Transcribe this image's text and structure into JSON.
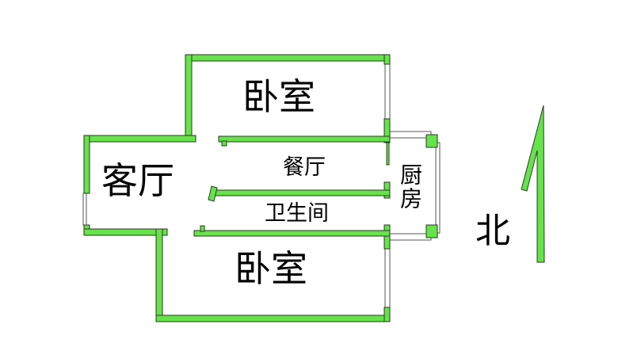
{
  "rooms": {
    "bedroom_north": "卧室",
    "living_room": "客厅",
    "dining_room": "餐厅",
    "bathroom": "卫生间",
    "kitchen": "厨房",
    "bedroom_south": "卧室"
  },
  "compass": {
    "label": "北",
    "direction": "north"
  },
  "colors": {
    "wall": "#66e34a",
    "outline": "#2a3a22",
    "text": "#000000"
  }
}
